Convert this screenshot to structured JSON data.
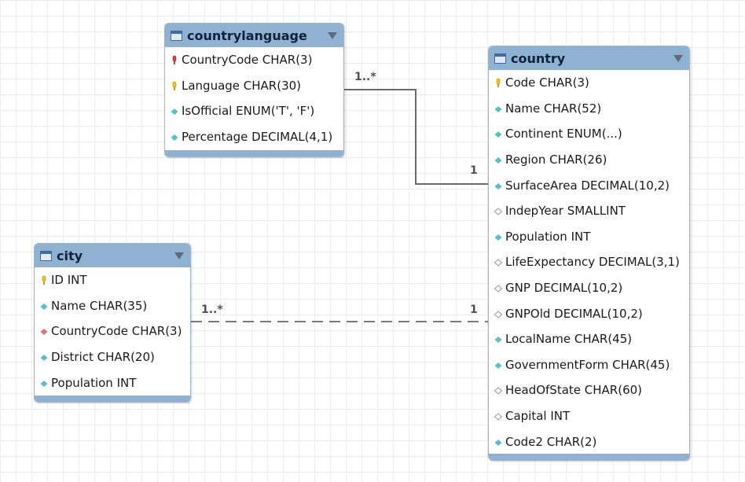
{
  "diagram": {
    "tables": [
      {
        "name": "countrylanguage",
        "fields": [
          {
            "text": "CountryCode CHAR(3)",
            "icon": "foreign-primary-key-icon"
          },
          {
            "text": "Language CHAR(30)",
            "icon": "primary-key-icon"
          },
          {
            "text": "IsOfficial ENUM('T', 'F')",
            "icon": "not-null-column-icon"
          },
          {
            "text": "Percentage DECIMAL(4,1)",
            "icon": "not-null-column-icon"
          }
        ]
      },
      {
        "name": "country",
        "fields": [
          {
            "text": "Code CHAR(3)",
            "icon": "primary-key-icon"
          },
          {
            "text": "Name CHAR(52)",
            "icon": "not-null-column-icon"
          },
          {
            "text": "Continent ENUM(...)",
            "icon": "not-null-column-icon"
          },
          {
            "text": "Region CHAR(26)",
            "icon": "not-null-column-icon"
          },
          {
            "text": "SurfaceArea DECIMAL(10,2)",
            "icon": "not-null-column-icon"
          },
          {
            "text": "IndepYear SMALLINT",
            "icon": "nullable-column-icon"
          },
          {
            "text": "Population INT",
            "icon": "not-null-column-icon"
          },
          {
            "text": "LifeExpectancy DECIMAL(3,1)",
            "icon": "nullable-column-icon"
          },
          {
            "text": "GNP DECIMAL(10,2)",
            "icon": "nullable-column-icon"
          },
          {
            "text": "GNPOld DECIMAL(10,2)",
            "icon": "nullable-column-icon"
          },
          {
            "text": "LocalName CHAR(45)",
            "icon": "not-null-column-icon"
          },
          {
            "text": "GovernmentForm CHAR(45)",
            "icon": "not-null-column-icon"
          },
          {
            "text": "HeadOfState CHAR(60)",
            "icon": "nullable-column-icon"
          },
          {
            "text": "Capital INT",
            "icon": "nullable-column-icon"
          },
          {
            "text": "Code2 CHAR(2)",
            "icon": "not-null-column-icon"
          }
        ]
      },
      {
        "name": "city",
        "fields": [
          {
            "text": "ID INT",
            "icon": "primary-key-icon"
          },
          {
            "text": "Name CHAR(35)",
            "icon": "not-null-column-icon"
          },
          {
            "text": "CountryCode CHAR(3)",
            "icon": "foreign-key-column-icon"
          },
          {
            "text": "District CHAR(20)",
            "icon": "not-null-column-icon"
          },
          {
            "text": "Population INT",
            "icon": "not-null-column-icon"
          }
        ]
      }
    ],
    "relationships": [
      {
        "from": "countrylanguage",
        "to": "country",
        "from_cardinality": "1..*",
        "to_cardinality": "1",
        "style": "solid"
      },
      {
        "from": "city",
        "to": "country",
        "from_cardinality": "1..*",
        "to_cardinality": "1",
        "style": "dashed"
      }
    ]
  },
  "colors": {
    "header": "#8fb2d2",
    "key": "#f0c419",
    "foreign_key": "#cc4444",
    "column": "#59c0c9",
    "line": "#6a6a6a"
  }
}
